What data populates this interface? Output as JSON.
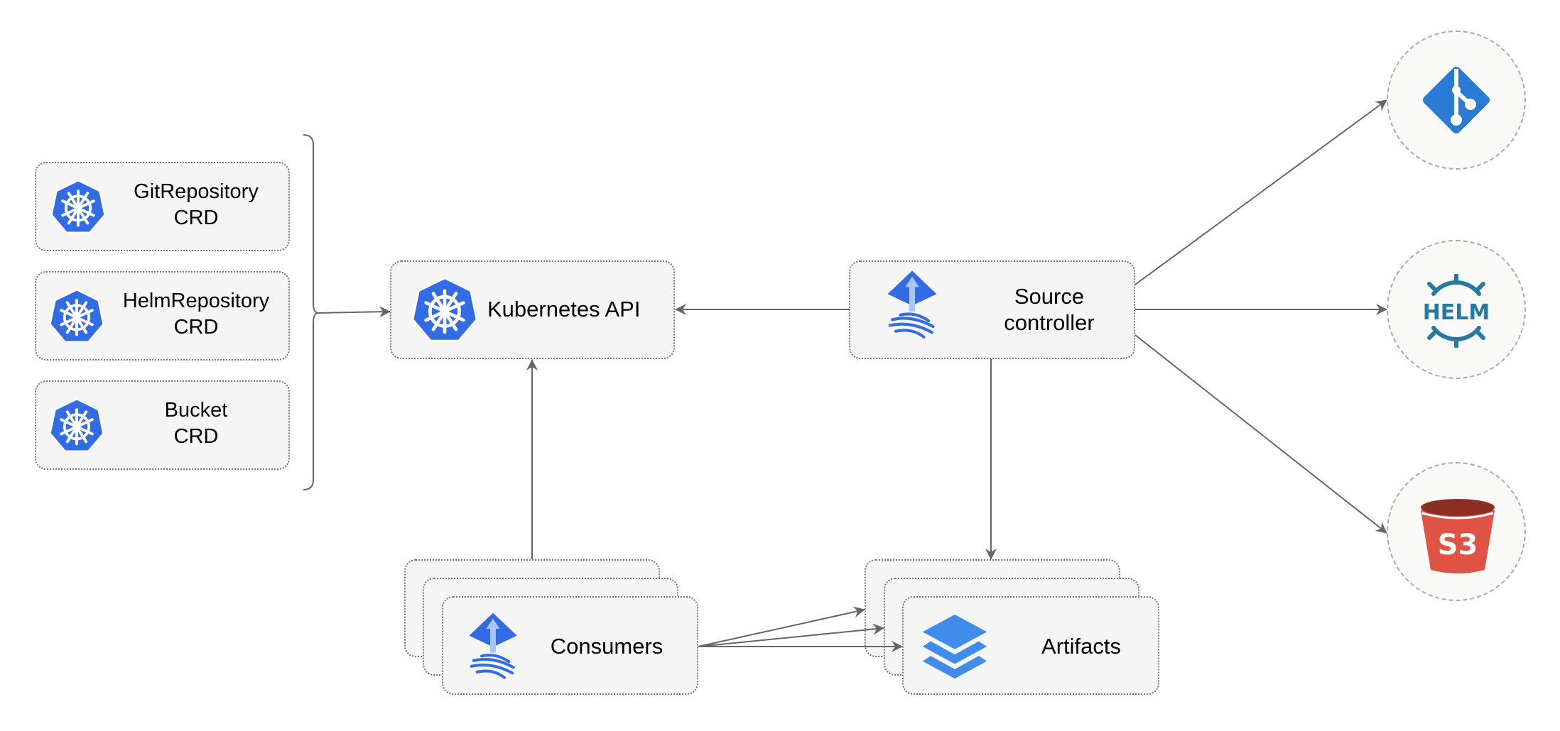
{
  "crds": [
    {
      "name": "GitRepository",
      "kind": "CRD",
      "icon": "kubernetes-icon"
    },
    {
      "name": "HelmRepository",
      "kind": "CRD",
      "icon": "kubernetes-icon"
    },
    {
      "name": "Bucket",
      "kind": "CRD",
      "icon": "kubernetes-icon"
    }
  ],
  "kubernetes_api": {
    "label": "Kubernetes API",
    "icon": "kubernetes-icon"
  },
  "source_controller": {
    "line1": "Source",
    "line2": "controller",
    "icon": "flux-icon"
  },
  "consumers": {
    "label": "Consumers",
    "icon": "flux-icon"
  },
  "artifacts": {
    "label": "Artifacts",
    "icon": "layers-icon"
  },
  "sources": [
    {
      "icon": "git-icon"
    },
    {
      "icon": "helm-icon",
      "text": "HELM"
    },
    {
      "icon": "s3-icon",
      "text": "S3"
    }
  ],
  "colors": {
    "kubernetes": "#326ce5",
    "flux": "#326ce5",
    "git": "#2b7bd6",
    "helm": "#277a9f",
    "s3_top": "#8c2e24",
    "s3_body": "#e05243",
    "layers": "#3f8ceb",
    "arrow": "#666666",
    "box_fill": "#f5f5f5"
  }
}
